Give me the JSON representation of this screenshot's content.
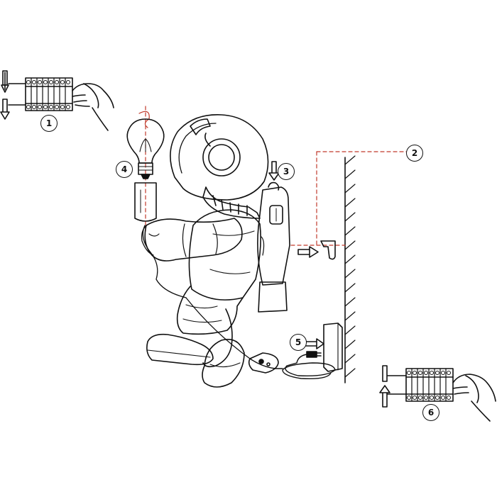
{
  "steps": {
    "s1": "1",
    "s2": "2",
    "s3": "3",
    "s4": "4",
    "s5": "5",
    "s6": "6"
  },
  "colors": {
    "ink": "#111111",
    "guide": "#c0392b"
  },
  "parts": [
    "astronaut-lamp",
    "light-bulb",
    "wall-hook",
    "wall",
    "power-socket",
    "power-cord",
    "dimmer-switch",
    "terminal-block",
    "hand"
  ]
}
